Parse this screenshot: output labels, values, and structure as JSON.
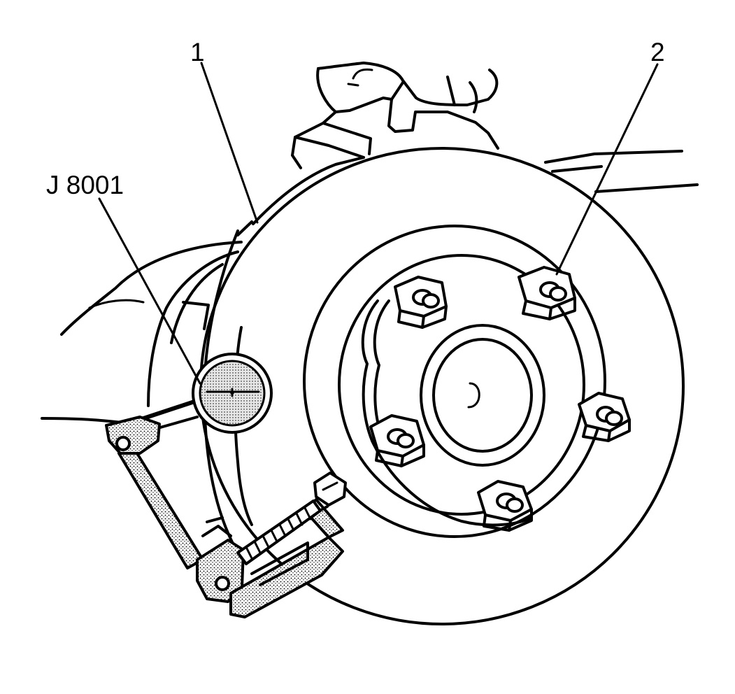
{
  "callouts": {
    "rotor": "1",
    "wheel_stud": "2",
    "dial_indicator_tool": "J 8001"
  }
}
